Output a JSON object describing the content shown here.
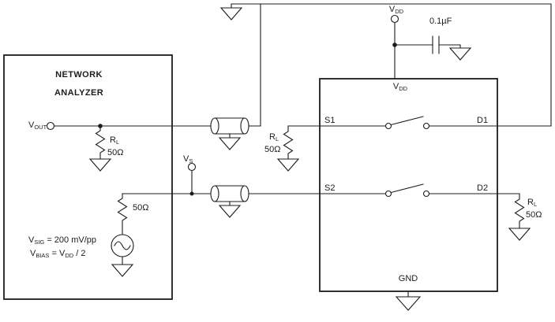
{
  "colors": {
    "line": "#1c1c1c",
    "background": "#ffffff"
  },
  "analyzer": {
    "title_line1": "NETWORK",
    "title_line2": "ANALYZER",
    "vout": {
      "main": "V",
      "sub": "OUT"
    },
    "rl": {
      "main": "R",
      "sub": "L"
    },
    "rl_value": "50Ω",
    "source_resistor_value": "50Ω",
    "vsig": {
      "p1": "V",
      "s1": "SIG",
      "p2": " = 200 mV/pp"
    },
    "vbias": {
      "p1": "V",
      "s1": "BIAS",
      "p2": " = V",
      "s2": "DD",
      "p3": " / 2"
    }
  },
  "vs": {
    "main": "V",
    "sub": "S"
  },
  "supply": {
    "vdd": {
      "main": "V",
      "sub": "DD"
    },
    "cap_value": "0.1µF"
  },
  "ic": {
    "vdd_pin": {
      "main": "V",
      "sub": "DD"
    },
    "pin_s1": "S1",
    "pin_d1": "D1",
    "pin_s2": "S2",
    "pin_d2": "D2",
    "pin_gnd": "GND"
  },
  "s1_termination": {
    "rl": {
      "main": "R",
      "sub": "L"
    },
    "value": "50Ω"
  },
  "d2_termination": {
    "rl": {
      "main": "R",
      "sub": "L"
    },
    "value": "50Ω"
  }
}
